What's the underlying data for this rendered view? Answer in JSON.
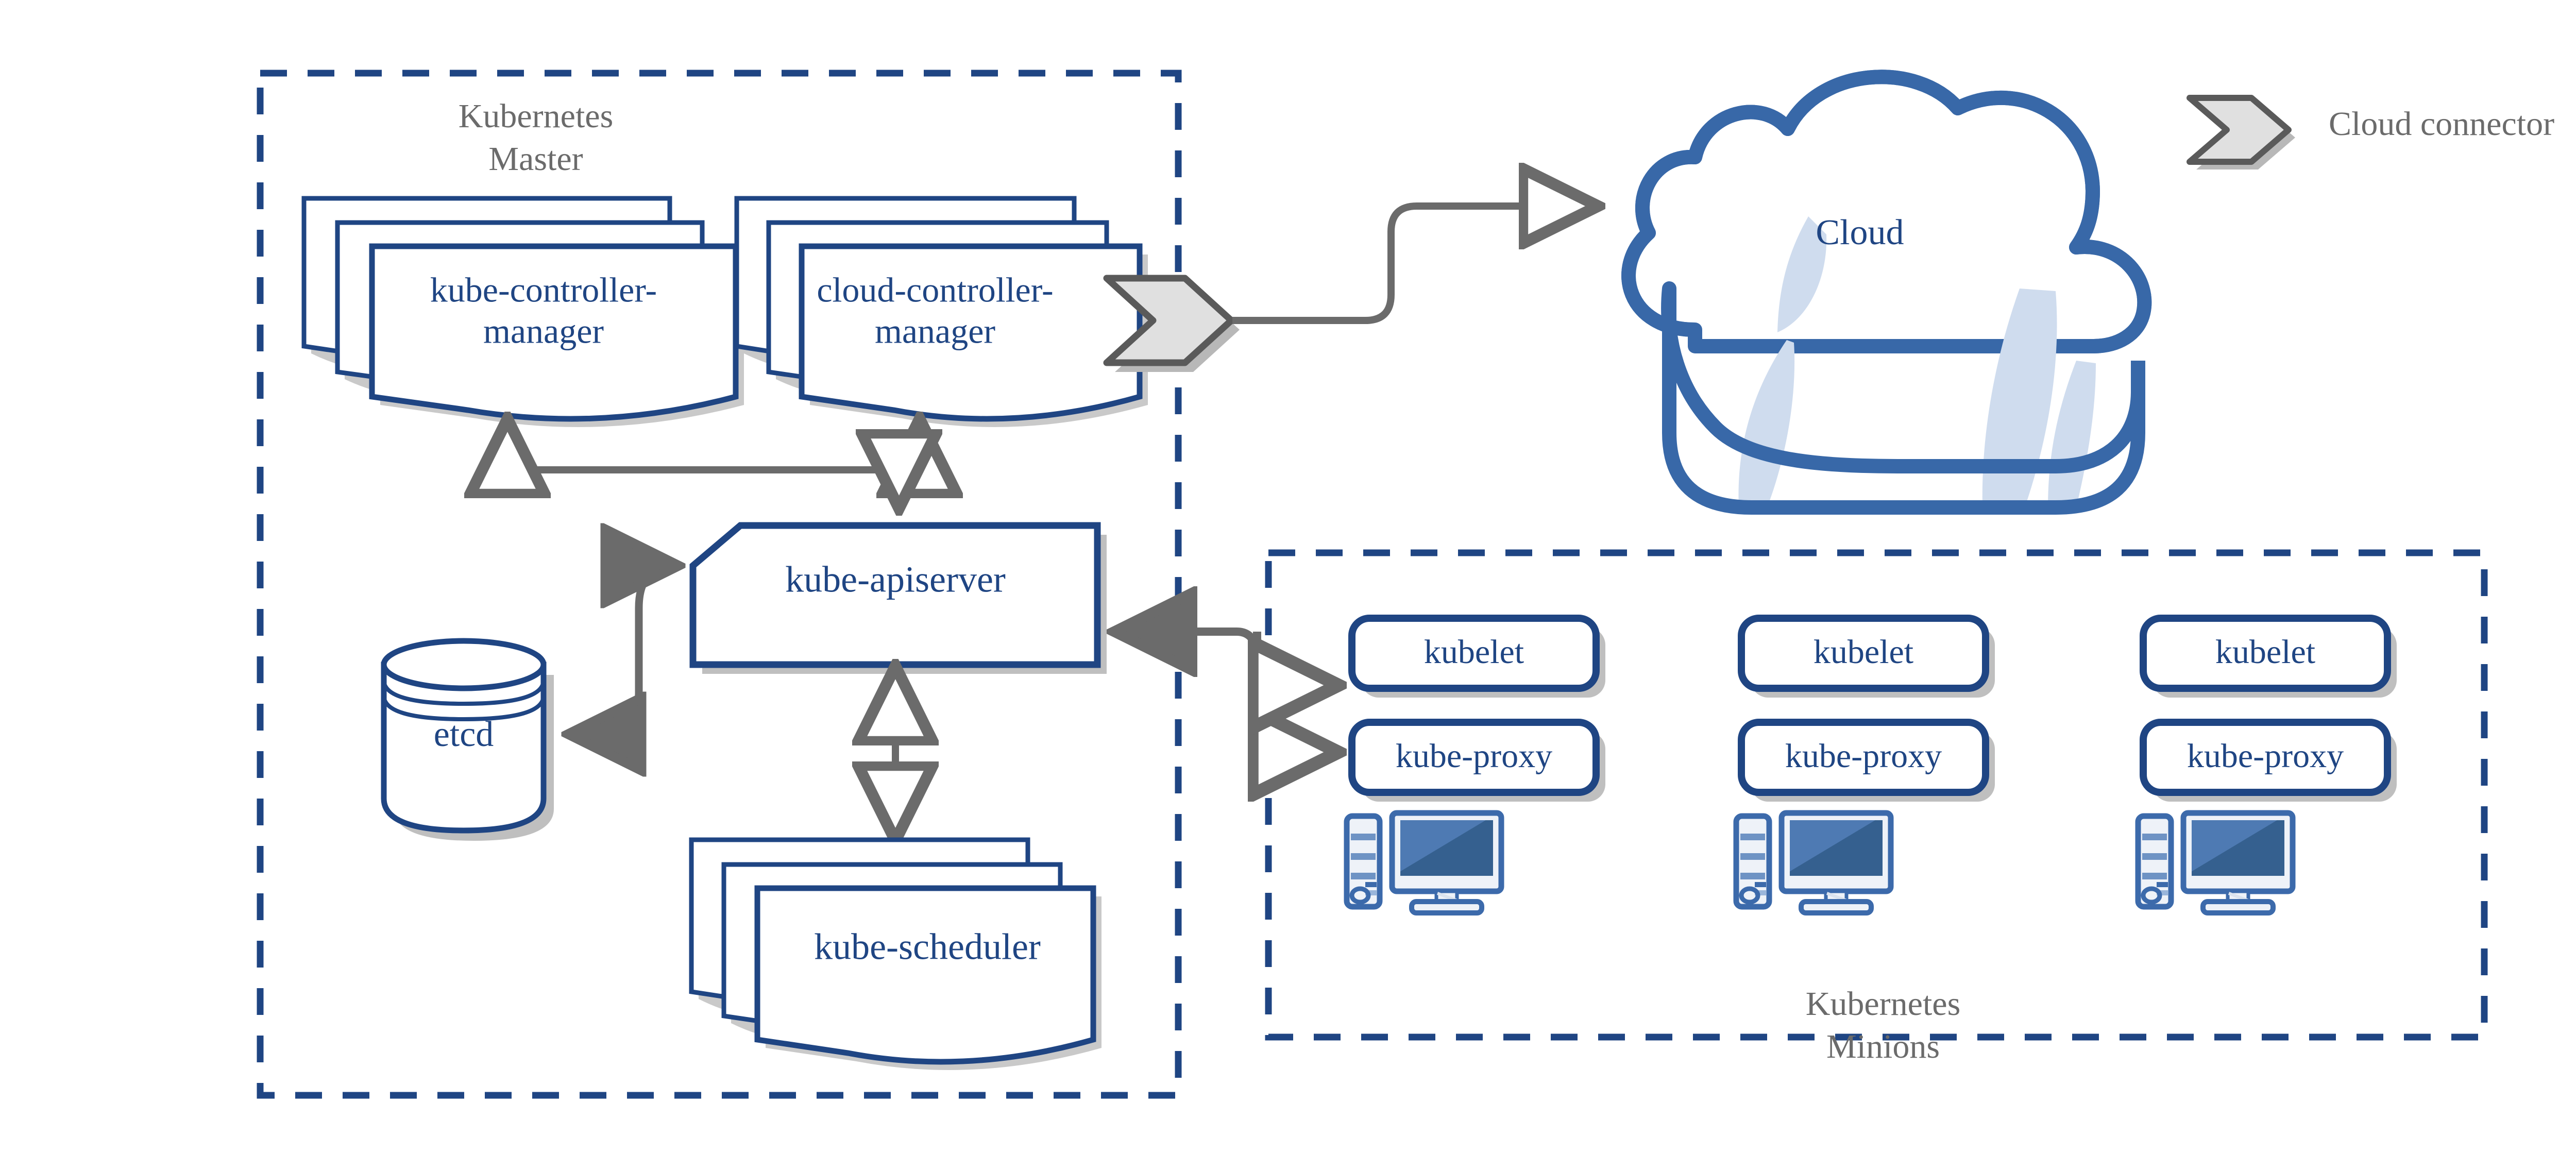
{
  "diagram": {
    "title": "Kubernetes architecture diagram",
    "colors": {
      "brand_blue": "#1f4583",
      "outline_blue": "#2b5c9e",
      "mid_blue": "#3c6aab",
      "screen_blue": "#41699f",
      "screen_blue_dark": "#31598f",
      "cloud_shade": "#cfdcee",
      "panel_light": "#eef2f8",
      "arrow_gray": "#6b6b6b",
      "shadow_gray": "#bfbfbf",
      "connector_fill": "#e0e0e0",
      "connector_stroke": "#5a5a5a",
      "background": "#ffffff"
    }
  },
  "master_group": {
    "label_line1": "Kubernetes",
    "label_line2": "Master",
    "border_style": "dashed",
    "nodes": {
      "kube_controller_manager": {
        "label_line1": "kube-controller-",
        "label_line2": "manager",
        "shape": "multi-document-stack"
      },
      "cloud_controller_manager": {
        "label_line1": "cloud-controller-",
        "label_line2": "manager",
        "shape": "multi-document-stack"
      },
      "kube_apiserver": {
        "label": "kube-apiserver",
        "shape": "clipped-corner-rectangle"
      },
      "etcd": {
        "label": "etcd",
        "shape": "cylinder-database"
      },
      "kube_scheduler": {
        "label": "kube-scheduler",
        "shape": "multi-document-stack"
      }
    }
  },
  "cloud": {
    "label": "Cloud",
    "shape": "cloud"
  },
  "legend": {
    "connector_label": "Cloud connector",
    "connector_icon": "chevron-connector-icon"
  },
  "minions_group": {
    "label_line1": "Kubernetes",
    "label_line2": "Minions",
    "border_style": "dashed",
    "nodes": [
      {
        "id": "minion-1",
        "kubelet_label": "kubelet",
        "kube_proxy_label": "kube-proxy",
        "machine_icon": "computer-icon"
      },
      {
        "id": "minion-2",
        "kubelet_label": "kubelet",
        "kube_proxy_label": "kube-proxy",
        "machine_icon": "computer-icon"
      },
      {
        "id": "minion-3",
        "kubelet_label": "kubelet",
        "kube_proxy_label": "kube-proxy",
        "machine_icon": "computer-icon"
      }
    ]
  },
  "connections": [
    {
      "id": "ccm-to-cloud",
      "from": "cloud-controller-manager",
      "to": "cloud",
      "direction": "one-way"
    },
    {
      "id": "managers-to-apiserver",
      "from": "controller-managers",
      "to": "kube-apiserver",
      "direction": "two-way-bus"
    },
    {
      "id": "apiserver-to-etcd",
      "from": "kube-apiserver",
      "to": "etcd",
      "direction": "two-way"
    },
    {
      "id": "apiserver-to-scheduler",
      "from": "kube-apiserver",
      "to": "kube-scheduler",
      "direction": "two-way"
    },
    {
      "id": "apiserver-to-kubelet",
      "from": "kube-apiserver",
      "to": "kubelet",
      "direction": "two-way"
    },
    {
      "id": "apiserver-to-kubeproxy",
      "from": "kube-apiserver",
      "to": "kube-proxy",
      "direction": "two-way"
    }
  ]
}
